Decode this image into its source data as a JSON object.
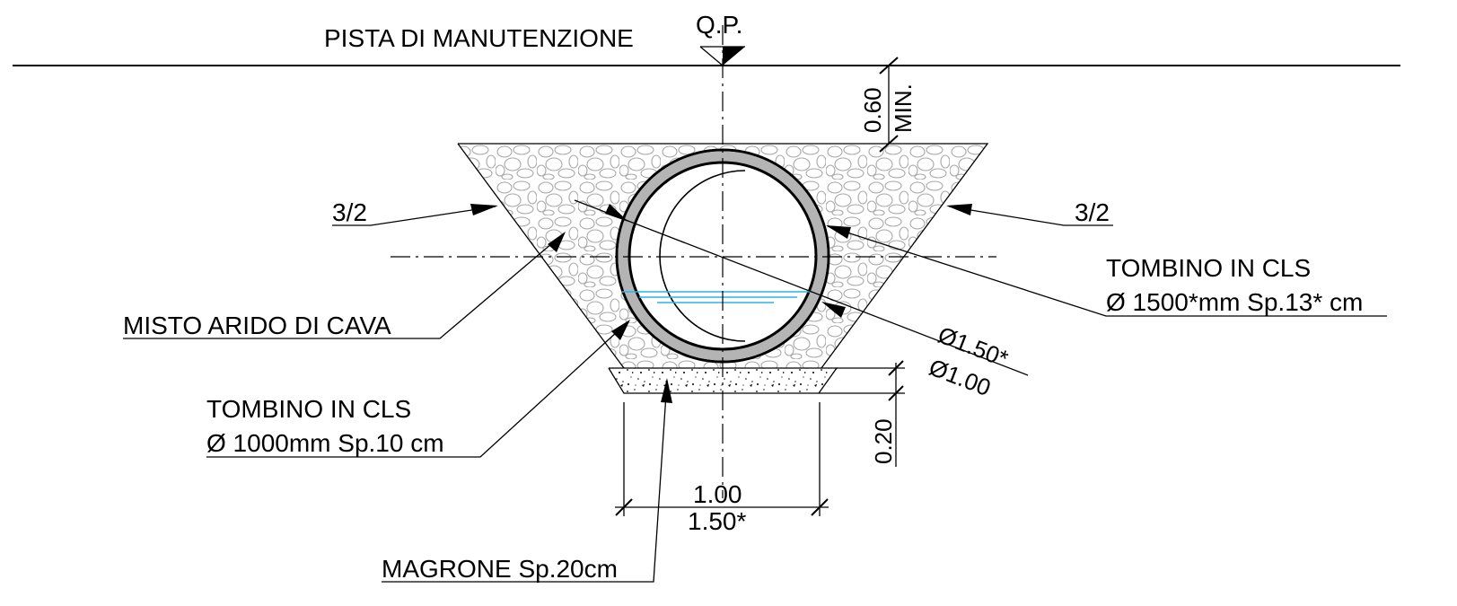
{
  "labels": {
    "track": "PISTA DI MANUTENZIONE",
    "qp": "Q.P.",
    "min_depth_value": "0.60",
    "min_depth_suffix": "MIN.",
    "slope_left": "3/2",
    "slope_right": "3/2",
    "fill_material": "MISTO ARIDO DI CAVA",
    "outer_pipe_line1": "TOMBINO IN CLS",
    "outer_pipe_line2": "Ø 1500*mm Sp.13* cm",
    "inner_pipe_line1": "TOMBINO IN CLS",
    "inner_pipe_line2": "Ø 1000mm Sp.10 cm",
    "diameter_outer": "Ø1.50*",
    "diameter_inner": "Ø1.00",
    "base_thickness": "0.20",
    "width_inner": "1.00",
    "width_outer": "1.50*",
    "lean_concrete": "MAGRONE Sp.20cm"
  },
  "colors": {
    "line": "#000000",
    "gravel": "#a8a8a8",
    "pipe_wall": "#b4b4b4",
    "water": "#2bb3e6"
  }
}
